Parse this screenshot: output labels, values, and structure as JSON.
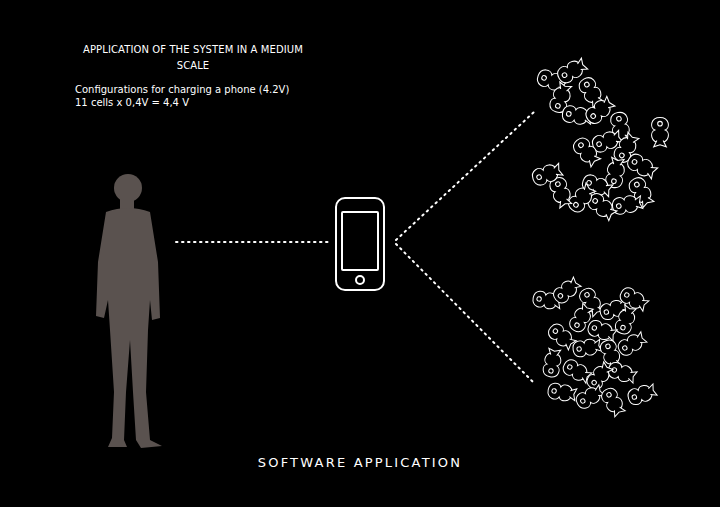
{
  "diagram": {
    "title": "APPLICATION OF THE SYSTEM IN A MEDIUM SCALE",
    "caption": "SOFTWARE APPLICATION",
    "labels": [
      "Configurations for charging a phone (4.2V)",
      "11 cells x 0,4V = 4,4 V"
    ]
  }
}
